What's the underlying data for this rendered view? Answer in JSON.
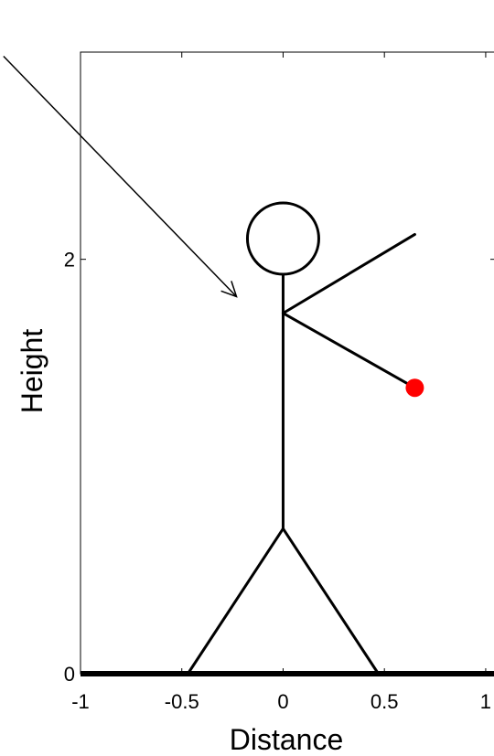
{
  "chart_data": {
    "type": "line",
    "xlabel": "Distance",
    "ylabel": "Height",
    "xlim": [
      -1,
      1.05
    ],
    "ylim": [
      0,
      3
    ],
    "x_ticks": [
      -1,
      -0.5,
      0,
      0.5,
      1
    ],
    "x_tick_labels": [
      "-1",
      "-0.5",
      "0",
      "0.5",
      "1"
    ],
    "y_ticks": [
      0,
      2
    ],
    "y_tick_labels": [
      "0",
      "2"
    ],
    "grid": false,
    "ground": {
      "x": [
        -1,
        1.05
      ],
      "y": [
        0,
        0
      ]
    },
    "figure": {
      "head": {
        "cx": 0.0,
        "cy": 2.1,
        "r": 0.17
      },
      "body": {
        "x": [
          0.0,
          0.0
        ],
        "y": [
          1.92,
          0.7
        ]
      },
      "upper_arm": {
        "x": [
          0.0,
          0.65
        ],
        "y": [
          1.74,
          2.12
        ]
      },
      "lower_arm": {
        "x": [
          0.0,
          0.65
        ],
        "y": [
          1.74,
          1.38
        ]
      },
      "left_leg": {
        "x": [
          0.0,
          -0.47
        ],
        "y": [
          0.7,
          0.0
        ]
      },
      "right_leg": {
        "x": [
          0.0,
          0.47
        ],
        "y": [
          0.7,
          0.0
        ]
      }
    },
    "ball": {
      "x": 0.65,
      "y": 1.38,
      "color": "#ff0000"
    },
    "arrow": {
      "from": [
        -1.38,
        2.98
      ],
      "to": [
        -0.23,
        1.82
      ]
    }
  }
}
